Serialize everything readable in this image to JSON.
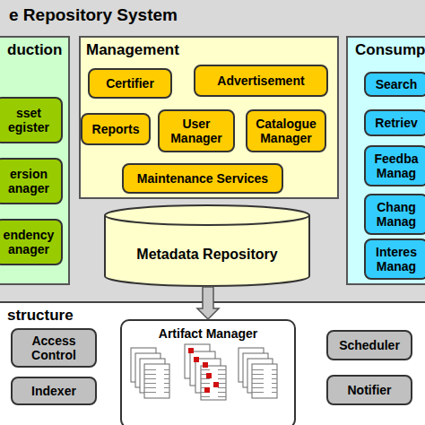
{
  "diagram": {
    "nodes": [
      {
        "text": [
          "e Repository System"
        ]
      },
      {
        "text": [
          "duction"
        ],
        "in": 0
      },
      {
        "text": [
          "sset egister"
        ],
        "in": 1
      },
      {
        "text": [
          "ersion anager"
        ],
        "in": 1
      },
      {
        "text": [
          "endency anager"
        ],
        "in": 1
      },
      {
        "text": [
          "Management"
        ],
        "in": 0
      },
      {
        "text": [
          "Certifier"
        ],
        "in": 5
      },
      {
        "text": [
          "Advertisement"
        ],
        "in": 5
      },
      {
        "text": [
          "Reports"
        ],
        "in": 5
      },
      {
        "text": [
          "User Manager"
        ],
        "in": 5
      },
      {
        "text": [
          "Catalogue Manager"
        ],
        "in": 5
      },
      {
        "text": [
          "Maintenance Services"
        ],
        "in": 5
      },
      {
        "text": [
          "Metadata Repository"
        ],
        "in": 0
      },
      {
        "text": [
          "Consump"
        ],
        "in": 0
      },
      {
        "text": [
          "Search"
        ],
        "in": 13
      },
      {
        "text": [
          "Retriev"
        ],
        "in": 13
      },
      {
        "text": [
          "Feedba Manag"
        ],
        "in": 13
      },
      {
        "text": [
          "Chang Manag"
        ],
        "in": 13
      },
      {
        "text": [
          "Interes Manag"
        ],
        "in": 13
      },
      {
        "text": [
          "structure"
        ],
        "in": 0
      },
      {
        "text": [
          "Access Control"
        ],
        "in": 19
      },
      {
        "text": [
          "Indexer"
        ],
        "in": 19
      },
      {
        "text": [
          "Artifact Manager"
        ],
        "in": 19
      },
      {
        "text": [
          "Scheduler"
        ],
        "in": 19
      },
      {
        "text": [
          "Notifier"
        ],
        "in": 19
      }
    ],
    "edges": [
      {
        "from": 12,
        "to": 22,
        "arrow": "to"
      }
    ]
  }
}
